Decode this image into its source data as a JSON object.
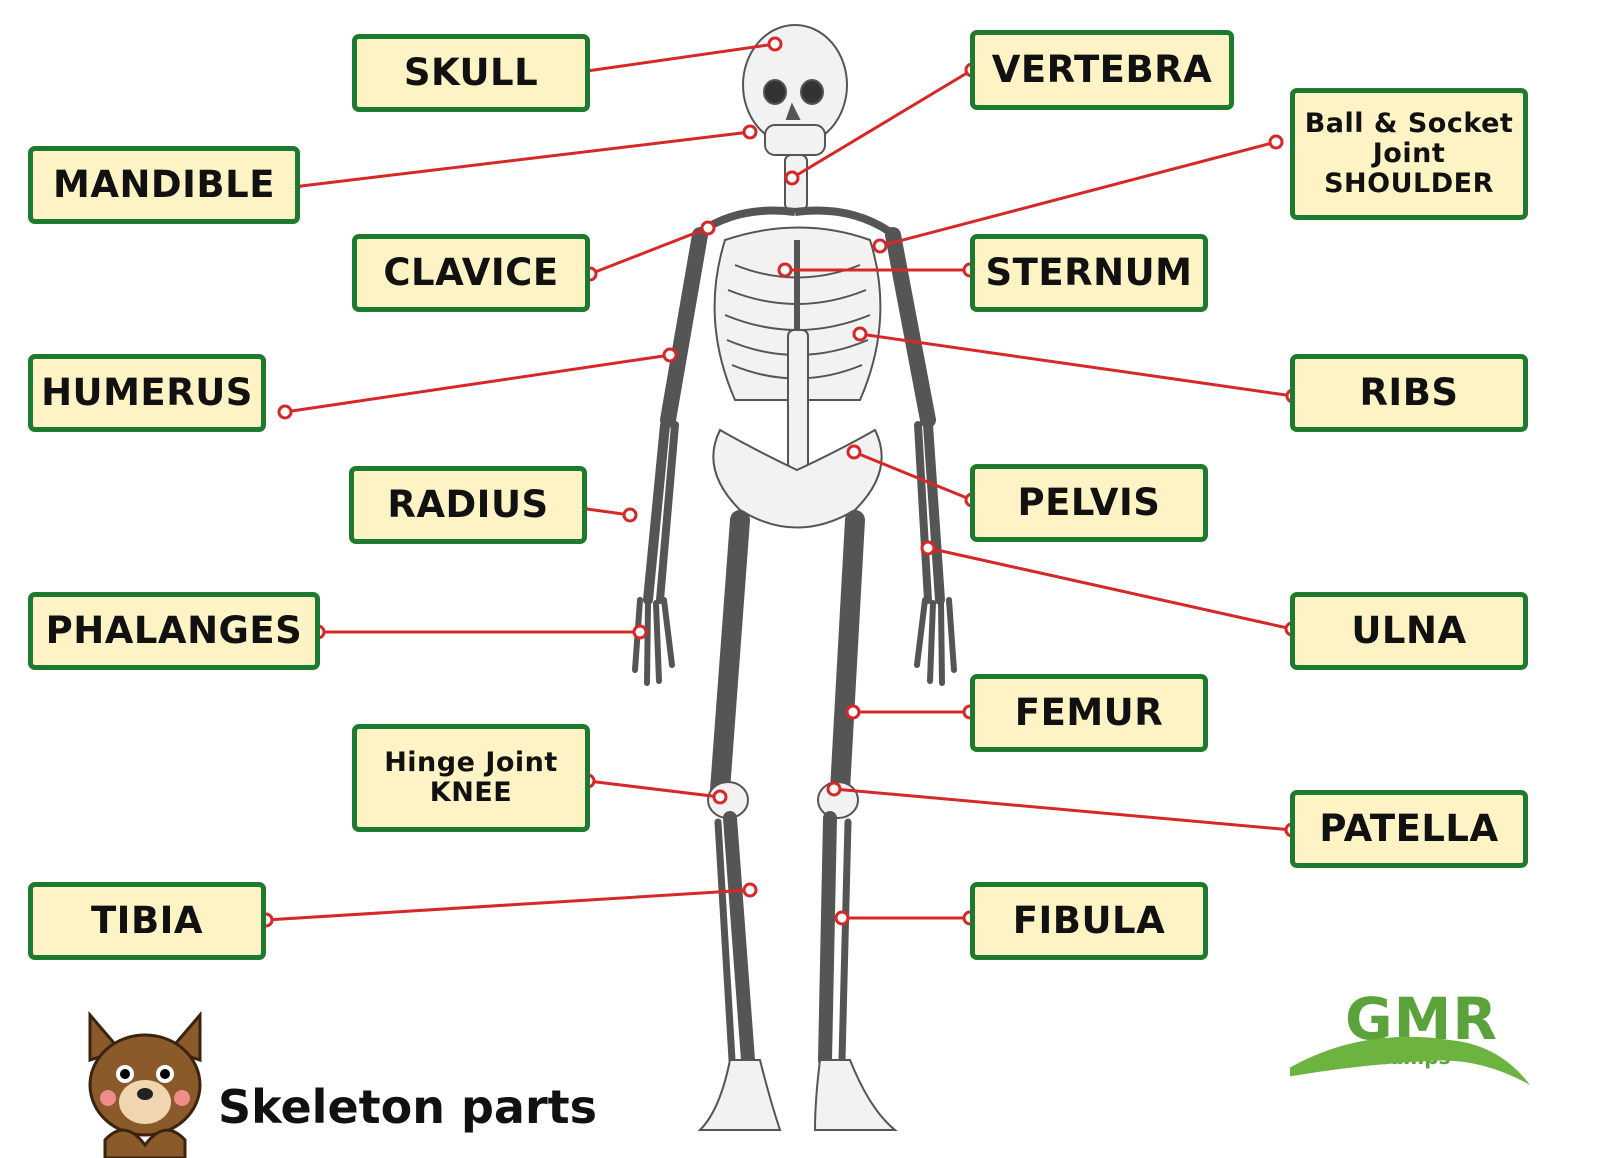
{
  "labels": {
    "skull": "SKULL",
    "vertebra": "VERTEBRA",
    "mandible": "MANDIBLE",
    "shoulder_line1": "Ball & Socket",
    "shoulder_line2": "Joint",
    "shoulder_line3": "SHOULDER",
    "clavice": "CLAVICE",
    "sternum": "STERNUM",
    "humerus": "HUMERUS",
    "ribs": "RIBS",
    "radius": "RADIUS",
    "pelvis": "PELVIS",
    "phalanges": "PHALANGES",
    "ulna": "ULNA",
    "femur": "FEMUR",
    "knee_line1": "Hinge Joint",
    "knee_line2": "KNEE",
    "patella": "PATELLA",
    "tibia": "TIBIA",
    "fibula": "FIBULA"
  },
  "footer": {
    "title": "Skeleton parts",
    "logo_text": "GMR",
    "logo_sub": "camps"
  },
  "colors": {
    "box_fill": "#fdf3c4",
    "box_border": "#1e7a2e",
    "leader_line": "#d62828",
    "logo": "#5aa33a"
  }
}
